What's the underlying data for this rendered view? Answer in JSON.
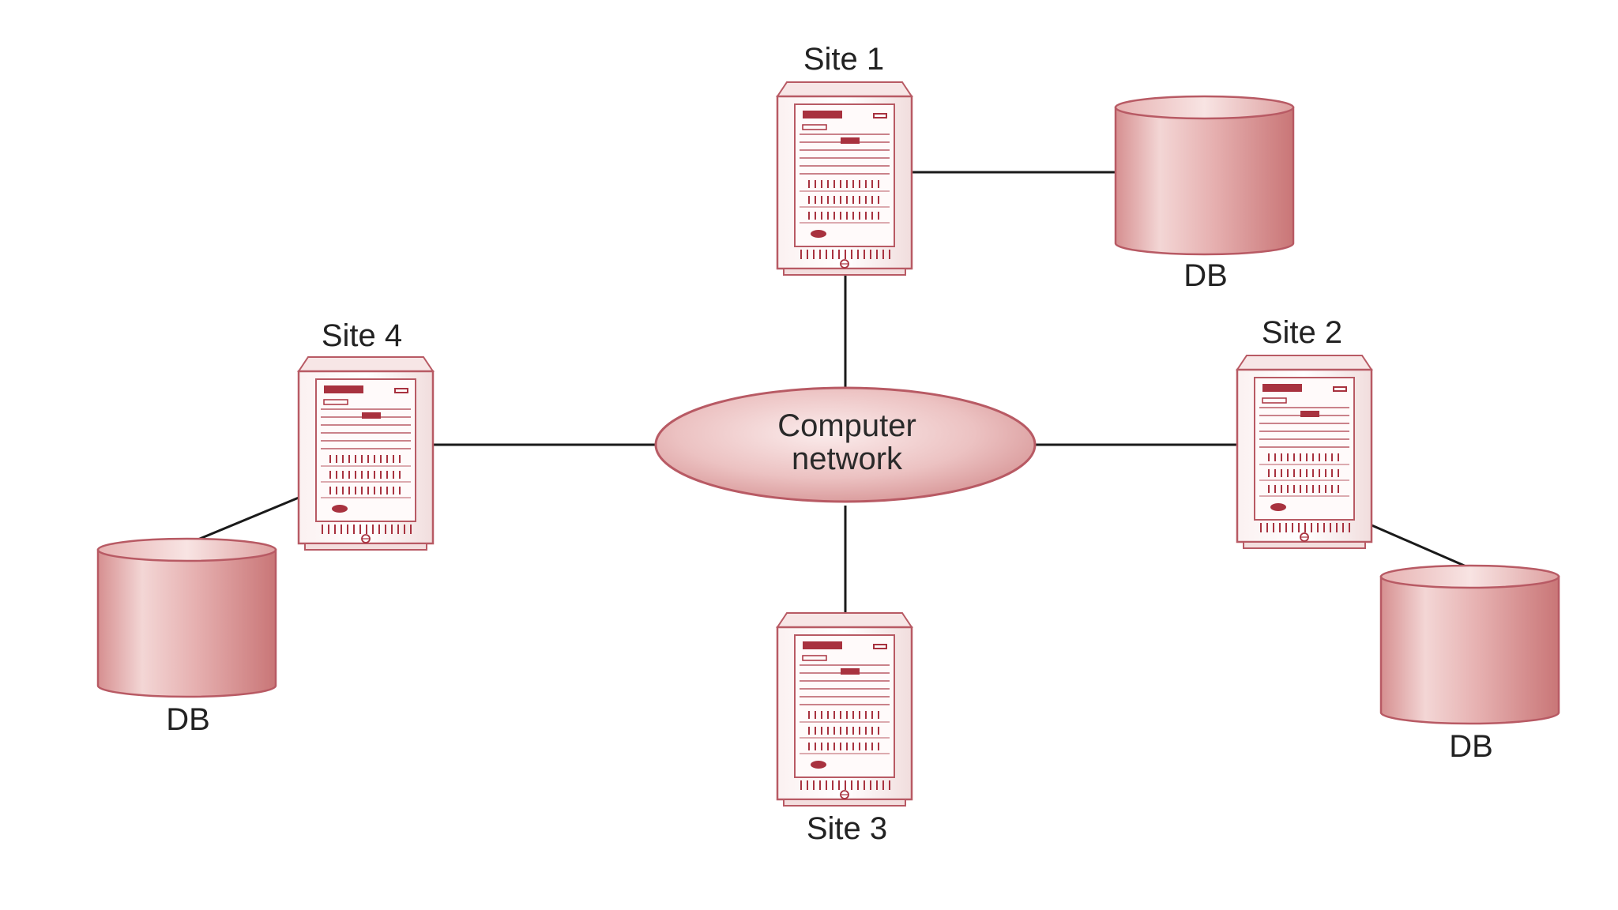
{
  "diagram": {
    "network_label_line1": "Computer",
    "network_label_line2": "network",
    "sites": [
      {
        "id": "site1",
        "label": "Site 1",
        "has_db": true,
        "db_label": "DB"
      },
      {
        "id": "site2",
        "label": "Site 2",
        "has_db": true,
        "db_label": "DB"
      },
      {
        "id": "site3",
        "label": "Site 3",
        "has_db": false
      },
      {
        "id": "site4",
        "label": "Site 4",
        "has_db": true,
        "db_label": "DB"
      }
    ],
    "links": [
      {
        "from": "site1",
        "to": "network"
      },
      {
        "from": "site2",
        "to": "network"
      },
      {
        "from": "site3",
        "to": "network"
      },
      {
        "from": "site4",
        "to": "network"
      },
      {
        "from": "site1",
        "to": "db-site1"
      },
      {
        "from": "site2",
        "to": "db-site2"
      },
      {
        "from": "site4",
        "to": "db-site4"
      }
    ]
  },
  "colors": {
    "line": "#1a1a1a",
    "accent": "#a8323f",
    "server_outline": "#b85a64",
    "db_fill_light": "#f6dcdc",
    "db_fill_dark": "#d99a9a",
    "network_fill": "#eec8c8"
  },
  "icons": {
    "server": "server-tower-icon",
    "database": "database-cylinder-icon",
    "network": "network-cloud-ellipse"
  }
}
